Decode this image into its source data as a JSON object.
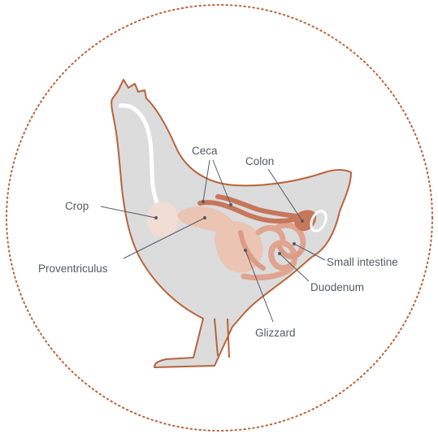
{
  "labels": {
    "ceca": "Ceca",
    "colon": "Colon",
    "crop": "Crop",
    "proventriculus": "Proventriculus",
    "small_intestine": "Small intestine",
    "duodenum": "Duodenum",
    "gizzard": "Glizzard"
  },
  "colors": {
    "body_fill": "#dcdcdc",
    "outline": "#b8633a",
    "circle_border": "#b8633a",
    "crop": "#f0ddd3",
    "organ_light": "#ecc4b4",
    "organ_mid": "#e0a48f",
    "organ_dark": "#c7775a",
    "esophagus": "#ffffff",
    "leader_line": "#555a60"
  }
}
